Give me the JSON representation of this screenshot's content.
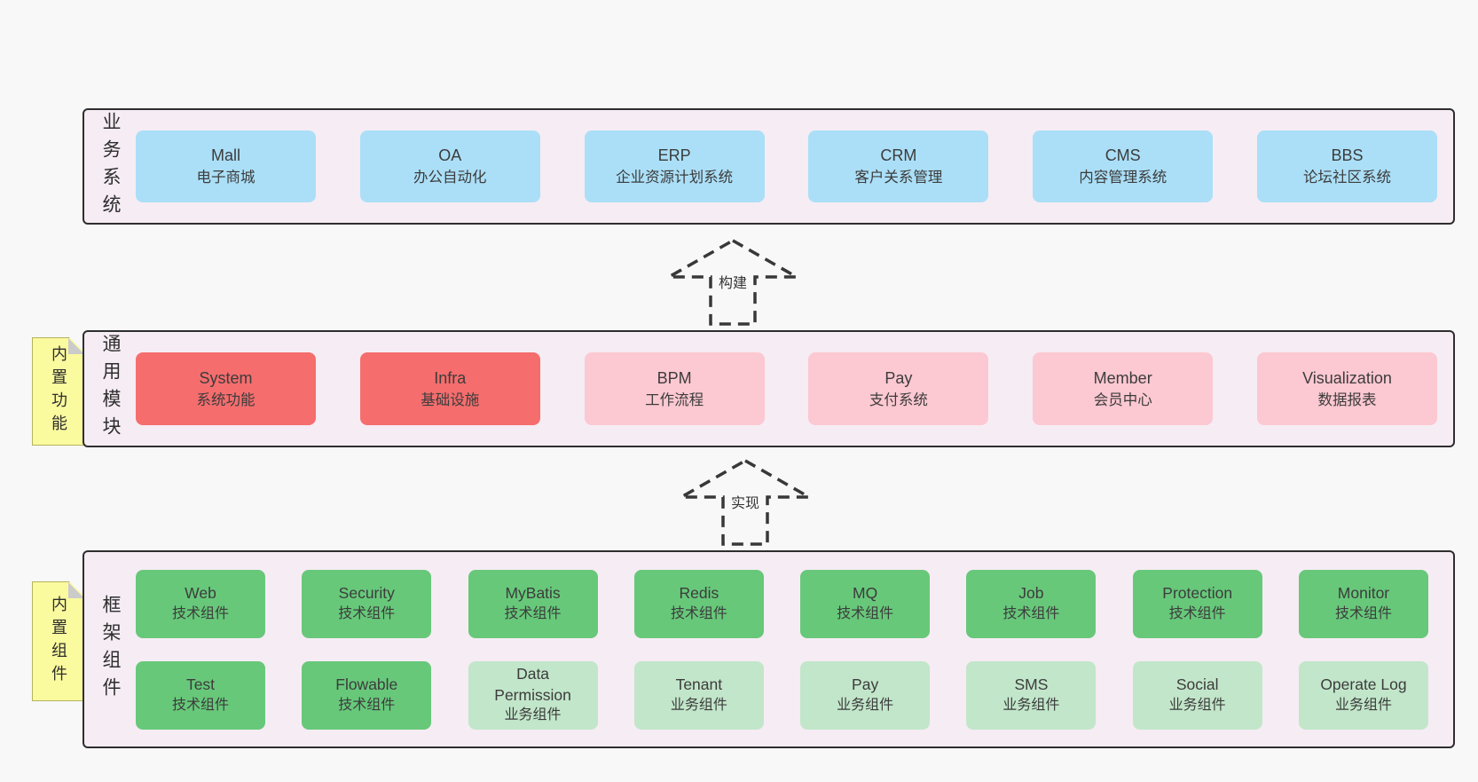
{
  "diagram": {
    "title_hint": "yudao architecture layers",
    "colors": {
      "page_bg": "#f8f8f8",
      "panel_bg": "#f6ecf4",
      "panel_border": "#2e2e2e",
      "node_blue": "#abdff7",
      "node_red": "#f56d6d",
      "node_pink": "#fcc8d1",
      "node_green_dark": "#67c87a",
      "node_green_light": "#c2e6ca",
      "note_yellow": "#fafa9e",
      "note_fold": "#cbcbcb",
      "text": "#3c3c3c"
    },
    "arrows": [
      {
        "label": "构建"
      },
      {
        "label": "实现"
      }
    ],
    "layers": [
      {
        "label": "业务系统",
        "boxes": [
          {
            "name": "Mall",
            "desc": "电子商城"
          },
          {
            "name": "OA",
            "desc": "办公自动化"
          },
          {
            "name": "ERP",
            "desc": "企业资源计划系统"
          },
          {
            "name": "CRM",
            "desc": "客户关系管理"
          },
          {
            "name": "CMS",
            "desc": "内容管理系统"
          },
          {
            "name": "BBS",
            "desc": "论坛社区系统"
          }
        ]
      },
      {
        "label": "通用模块",
        "tag": "内置功能",
        "boxes": [
          {
            "name": "System",
            "desc": "系统功能"
          },
          {
            "name": "Infra",
            "desc": "基础设施"
          },
          {
            "name": "BPM",
            "desc": "工作流程"
          },
          {
            "name": "Pay",
            "desc": "支付系统"
          },
          {
            "name": "Member",
            "desc": "会员中心"
          },
          {
            "name": "Visualization",
            "desc": "数据报表"
          }
        ]
      },
      {
        "label": "框架组件",
        "tag": "内置组件",
        "rows": [
          [
            {
              "name": "Web",
              "desc": "技术组件"
            },
            {
              "name": "Security",
              "desc": "技术组件"
            },
            {
              "name": "MyBatis",
              "desc": "技术组件"
            },
            {
              "name": "Redis",
              "desc": "技术组件"
            },
            {
              "name": "MQ",
              "desc": "技术组件"
            },
            {
              "name": "Job",
              "desc": "技术组件"
            },
            {
              "name": "Protection",
              "desc": "技术组件"
            },
            {
              "name": "Monitor",
              "desc": "技术组件"
            }
          ],
          [
            {
              "name": "Test",
              "desc": "技术组件"
            },
            {
              "name": "Flowable",
              "desc": "技术组件"
            },
            {
              "name": "Data Permission",
              "desc": "业务组件"
            },
            {
              "name": "Tenant",
              "desc": "业务组件"
            },
            {
              "name": "Pay",
              "desc": "业务组件"
            },
            {
              "name": "SMS",
              "desc": "业务组件"
            },
            {
              "name": "Social",
              "desc": "业务组件"
            },
            {
              "name": "Operate Log",
              "desc": "业务组件"
            }
          ]
        ]
      }
    ]
  }
}
